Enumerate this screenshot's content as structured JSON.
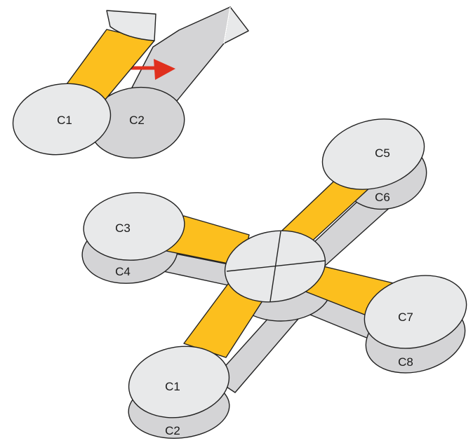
{
  "colors": {
    "background": "#ffffff",
    "gold": "#FCBF1E",
    "light_gray": "#E8E9EA",
    "mid_gray": "#D4D4D6",
    "outline": "#222222",
    "arrow": "#E0301E"
  },
  "top_figure": {
    "labels": {
      "front_pad": "C1",
      "back_pad": "C2"
    },
    "arrow_icon": "red-right-arrow"
  },
  "cross_figure": {
    "labels": {
      "upper_right_top": "C5",
      "upper_right_bottom": "C6",
      "left_top": "C3",
      "left_bottom": "C4",
      "right_top": "C7",
      "right_bottom": "C8",
      "lower_top": "C1",
      "lower_bottom": "C2"
    }
  }
}
